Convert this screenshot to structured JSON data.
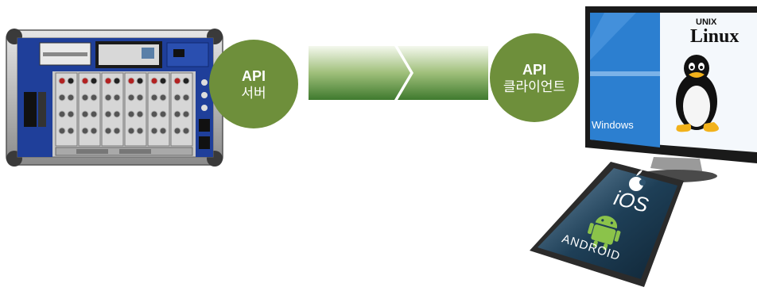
{
  "server": {
    "line1": "API",
    "line2": "서버"
  },
  "client": {
    "line1": "API",
    "line2": "클라이언트"
  },
  "monitor": {
    "unix": "UNIX",
    "linux": "Linux",
    "windows": "Windows"
  },
  "phone": {
    "ios": "iOS",
    "android": "ANDROID"
  },
  "colors": {
    "node_green": "#6e8f3b",
    "arrow_dark": "#3f7a2e",
    "windows_blue": "#2c7fd0",
    "phone_dark": "#1e3f57"
  }
}
